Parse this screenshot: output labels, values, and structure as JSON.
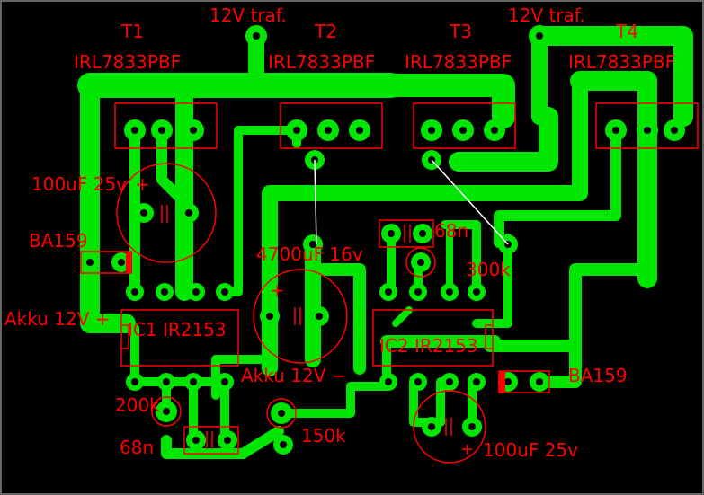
{
  "colors": {
    "background": "#000000",
    "copper": "#00e600",
    "silkscreen": "#ff0000",
    "jumper_wire": "#ffffff",
    "border": "#666666"
  },
  "labels": {
    "t1": "T1",
    "t2": "T2",
    "t3": "T3",
    "t4": "T4",
    "part_t1": "IRL7833PBF",
    "part_t2": "IRL7833PBF",
    "part_t3": "IRL7833PBF",
    "part_t4": "IRL7833PBF",
    "traf_left": "12V traf.",
    "traf_right": "12V traf.",
    "cap_left": "100uF 25v",
    "cap_left_plus": "+",
    "cap_center": "4700uF 16v",
    "cap_center_plus": "+",
    "cap_right": "100uF 25v",
    "cap_right_plus": "+",
    "diode_left": "BA159",
    "diode_right": "BA159",
    "akku_plus": "Akku 12V +",
    "akku_minus": "Akku 12V −",
    "ic1": "IC1 IR2153",
    "ic2": "IC2 IR2153",
    "r_200k": "200k",
    "r_150k": "150k",
    "r_300k": "300k",
    "c_68n_left": "68n",
    "c_68n_right": "68n"
  }
}
